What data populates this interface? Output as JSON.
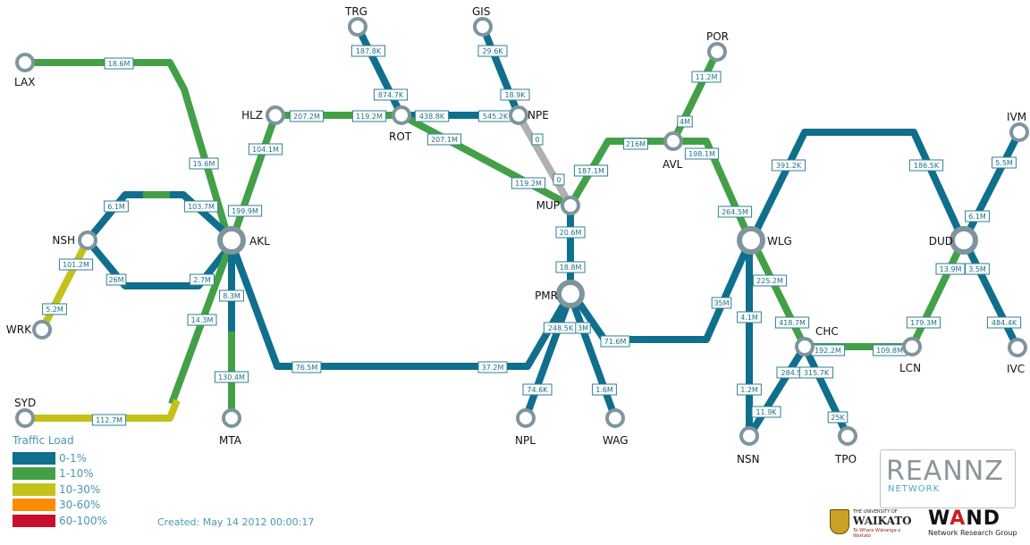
{
  "colors": {
    "blue": "#0f6f8c",
    "green": "#43a047",
    "yellow": "#c4c21a",
    "orange": "#ff8c00",
    "red": "#c8102e",
    "grey": "#b0b0b0",
    "node": "#7e959e"
  },
  "nodes": [
    {
      "id": "LAX",
      "name": "LAX",
      "size": "small"
    },
    {
      "id": "TRG",
      "name": "TRG",
      "size": "small"
    },
    {
      "id": "GIS",
      "name": "GIS",
      "size": "small"
    },
    {
      "id": "POR",
      "name": "POR",
      "size": "small"
    },
    {
      "id": "IVM",
      "name": "IVM",
      "size": "small"
    },
    {
      "id": "HLZ",
      "name": "HLZ",
      "size": "small"
    },
    {
      "id": "ROT",
      "name": "ROT",
      "size": "small"
    },
    {
      "id": "NPE",
      "name": "NPE",
      "size": "small"
    },
    {
      "id": "AVL",
      "name": "AVL",
      "size": "small"
    },
    {
      "id": "MUP",
      "name": "MUP",
      "size": "small"
    },
    {
      "id": "NSH",
      "name": "NSH",
      "size": "small"
    },
    {
      "id": "AKL",
      "name": "AKL",
      "size": "large"
    },
    {
      "id": "WLG",
      "name": "WLG",
      "size": "large"
    },
    {
      "id": "DUD",
      "name": "DUD",
      "size": "large"
    },
    {
      "id": "PMR",
      "name": "PMR",
      "size": "large"
    },
    {
      "id": "WRK",
      "name": "WRK",
      "size": "small"
    },
    {
      "id": "CHC",
      "name": "CHC",
      "size": "small"
    },
    {
      "id": "LCN",
      "name": "LCN",
      "size": "small"
    },
    {
      "id": "IVC",
      "name": "IVC",
      "size": "small"
    },
    {
      "id": "SYD",
      "name": "SYD",
      "size": "small"
    },
    {
      "id": "MTA",
      "name": "MTA",
      "size": "small"
    },
    {
      "id": "NPL",
      "name": "NPL",
      "size": "small"
    },
    {
      "id": "WAG",
      "name": "WAG",
      "size": "small"
    },
    {
      "id": "NSN",
      "name": "NSN",
      "size": "small"
    },
    {
      "id": "TPO",
      "name": "TPO",
      "size": "small"
    }
  ],
  "links": [
    {
      "id": "lax-akl",
      "load": "green",
      "labels": [
        "18.6M",
        "15.6M"
      ]
    },
    {
      "id": "hlz-rot",
      "load": "green",
      "labels": [
        "207.2M",
        "119.2M"
      ]
    },
    {
      "id": "hlz-akl",
      "load": "green",
      "labels": [
        "104.1M",
        "199.9M"
      ]
    },
    {
      "id": "trg-rot",
      "load": "blue",
      "labels": [
        "187.8K",
        "874.7K"
      ]
    },
    {
      "id": "rot-npe",
      "load": "blue",
      "labels": [
        "438.8K",
        "545.2K"
      ]
    },
    {
      "id": "gis-npe",
      "load": "blue",
      "labels": [
        "29.6K",
        "18.9K"
      ]
    },
    {
      "id": "rot-mup",
      "load": "green",
      "labels": [
        "207.1M",
        "119.2M"
      ]
    },
    {
      "id": "npe-mup",
      "load": "grey",
      "labels": [
        "0",
        "0"
      ]
    },
    {
      "id": "mup-avl",
      "load": "green",
      "labels": [
        "187.1M",
        "216M"
      ]
    },
    {
      "id": "avl-por",
      "load": "green",
      "labels": [
        "4M",
        "11.2M"
      ]
    },
    {
      "id": "avl-wlg",
      "load": "green",
      "labels": [
        "198.1M",
        "264.5M"
      ]
    },
    {
      "id": "mup-pmr",
      "load": "blue",
      "labels": [
        "20.6M",
        "18.8M"
      ]
    },
    {
      "id": "nsh-akl-top",
      "load": "blue",
      "labels": [
        "6.1M"
      ]
    },
    {
      "id": "nsh-akl-top2",
      "load": "green",
      "labels": [
        "103.7M"
      ]
    },
    {
      "id": "nsh-akl-bottom",
      "load": "blue",
      "labels": [
        "26M",
        "2.7M"
      ]
    },
    {
      "id": "nsh-wrk",
      "load": "yellow",
      "labels": [
        "101.2M",
        "5.2M"
      ]
    },
    {
      "id": "akl-syd",
      "load": "green",
      "labels": [
        "14.3M"
      ]
    },
    {
      "id": "syd-akl",
      "load": "yellow",
      "labels": [
        "112.7M"
      ]
    },
    {
      "id": "akl-mta",
      "load": "blue",
      "labels": [
        "8.3M"
      ]
    },
    {
      "id": "mta-akl",
      "load": "green",
      "labels": [
        "130.4M"
      ]
    },
    {
      "id": "akl-pmr",
      "load": "blue",
      "labels": [
        "76.5M",
        "37.2M"
      ]
    },
    {
      "id": "pmr-npl",
      "load": "blue",
      "labels": [
        "248.5K",
        "74.6K"
      ]
    },
    {
      "id": "pmr-wag",
      "load": "blue",
      "labels": [
        "3M",
        "1.6M"
      ]
    },
    {
      "id": "pmr-wlg",
      "load": "blue",
      "labels": [
        "71.6M",
        "35M"
      ]
    },
    {
      "id": "wlg-dud",
      "load": "blue",
      "labels": [
        "391.2K",
        "186.5K"
      ]
    },
    {
      "id": "wlg-nsn",
      "load": "blue",
      "labels": [
        "4.1M",
        "1.2M"
      ]
    },
    {
      "id": "wlg-chc",
      "load": "green",
      "labels": [
        "225.2M",
        "418.7M"
      ]
    },
    {
      "id": "chc-lcn",
      "load": "green",
      "labels": [
        "192.2M",
        "109.8M"
      ]
    },
    {
      "id": "chc-nsn",
      "load": "blue",
      "labels": [
        "284.5",
        "11.9K"
      ]
    },
    {
      "id": "chc-tpo",
      "load": "blue",
      "labels": [
        "315.7K",
        "25K"
      ]
    },
    {
      "id": "dud-ivm",
      "load": "blue",
      "labels": [
        "6.1M",
        "5.5M"
      ]
    },
    {
      "id": "dud-lcn",
      "load": "green",
      "labels": [
        "13.9M",
        "179.3M"
      ]
    },
    {
      "id": "dud-ivc",
      "load": "blue",
      "labels": [
        "3.5M",
        "484.4K"
      ]
    }
  ],
  "legend": {
    "title": "Traffic Load",
    "items": [
      {
        "label": "0-1%",
        "color": "#0f6f8c"
      },
      {
        "label": "1-10%",
        "color": "#43a047"
      },
      {
        "label": "10-30%",
        "color": "#c4c21a"
      },
      {
        "label": "30-60%",
        "color": "#ff8c00"
      },
      {
        "label": "60-100%",
        "color": "#c8102e"
      }
    ]
  },
  "created": "Created: May 14 2012 00:00:17",
  "logos": {
    "reannz": {
      "word": "REANNZ",
      "sub": "NETWORK"
    },
    "waikato": {
      "small": "THE UNIVERSITY OF",
      "word": "WAIKATO",
      "motto": "Te Whare Wānanga o Waikato"
    },
    "wand": {
      "word_pre": "W",
      "word_a": "A",
      "word_post": "ND",
      "sub": "Network Research Group"
    }
  }
}
